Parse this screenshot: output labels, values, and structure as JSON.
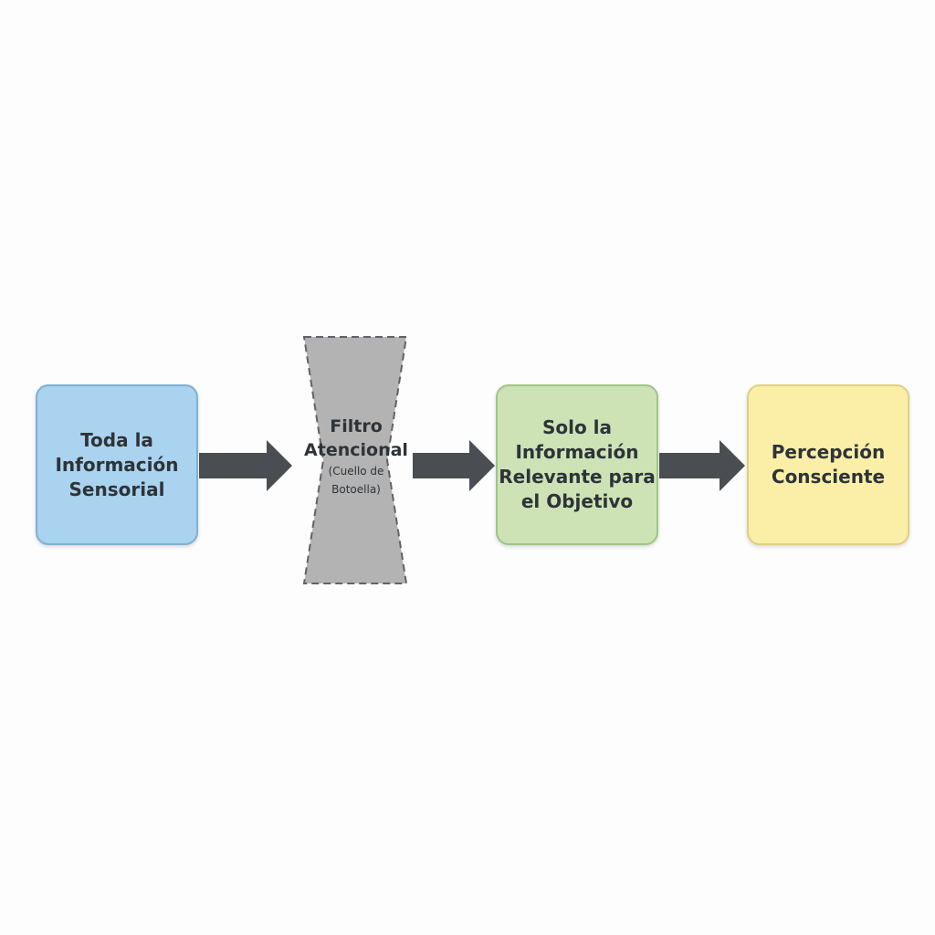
{
  "diagram": {
    "nodes": [
      {
        "id": "sensory",
        "lines": [
          "Toda la",
          "Información",
          "Sensorial"
        ]
      },
      {
        "id": "filter",
        "title_lines": [
          "Filtro",
          "Atencional"
        ],
        "subtitle_lines": [
          "(Cuello de",
          "Botoella)"
        ]
      },
      {
        "id": "relevant",
        "lines": [
          "Solo la",
          "Información",
          "Relevante para",
          "el Objetivo"
        ]
      },
      {
        "id": "perception",
        "lines": [
          "Percepción",
          "Consciente"
        ]
      }
    ],
    "edges": [
      {
        "from": "sensory",
        "to": "filter"
      },
      {
        "from": "filter",
        "to": "relevant"
      },
      {
        "from": "relevant",
        "to": "perception"
      }
    ],
    "colors": {
      "sensory_fill": "#a9d3ee",
      "relevant_fill": "#cde3b6",
      "perception_fill": "#fbefa8",
      "filter_fill": "#b3b3b3",
      "arrow": "#4a4e52",
      "text": "#2e3338"
    }
  }
}
